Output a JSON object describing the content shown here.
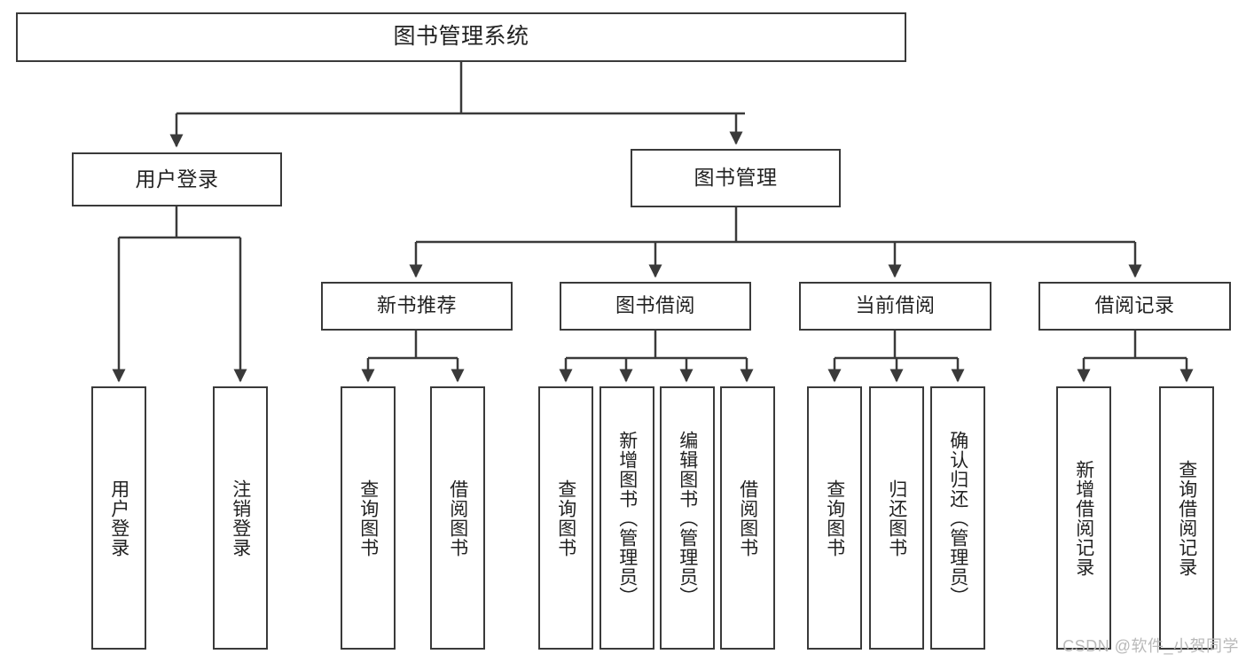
{
  "diagram": {
    "title": "图书管理系统",
    "watermark": "CSDN @软件_小贺同学",
    "stroke_color": "#3a3a3a",
    "fill_color": "#ffffff",
    "text_color": "#222222",
    "watermark_color": "#b9b9b9"
  },
  "nodes": {
    "root": {
      "label": "图书管理系统"
    },
    "level1": [
      {
        "id": "user-login",
        "label": "用户登录"
      },
      {
        "id": "book-manage",
        "label": "图书管理"
      }
    ],
    "level2": [
      {
        "id": "new-book-recommend",
        "label": "新书推荐"
      },
      {
        "id": "book-borrow",
        "label": "图书借阅"
      },
      {
        "id": "current-borrow",
        "label": "当前借阅"
      },
      {
        "id": "borrow-record",
        "label": "借阅记录"
      }
    ],
    "leaves": {
      "user_login": [
        {
          "id": "leaf-user-login",
          "label": "用户登录"
        },
        {
          "id": "leaf-logout-login",
          "label": "注销登录"
        }
      ],
      "new_book_recommend": [
        {
          "id": "leaf-query-book-1",
          "label": "查询图书"
        },
        {
          "id": "leaf-borrow-book-1",
          "label": "借阅图书"
        }
      ],
      "book_borrow": [
        {
          "id": "leaf-query-book-2",
          "label": "查询图书"
        },
        {
          "id": "leaf-add-book",
          "label": "新增图书（管理员）"
        },
        {
          "id": "leaf-edit-book",
          "label": "编辑图书（管理员）"
        },
        {
          "id": "leaf-borrow-book-2",
          "label": "借阅图书"
        }
      ],
      "current_borrow": [
        {
          "id": "leaf-query-book-3",
          "label": "查询图书"
        },
        {
          "id": "leaf-return-book",
          "label": "归还图书"
        },
        {
          "id": "leaf-confirm-return",
          "label": "确认归还（管理员）"
        }
      ],
      "borrow_record": [
        {
          "id": "leaf-add-record",
          "label": "新增借阅记录"
        },
        {
          "id": "leaf-query-record",
          "label": "查询借阅记录"
        }
      ]
    }
  },
  "chart_data": {
    "type": "diagram",
    "diagram_kind": "tree / functional-structure-chart",
    "title": "图书管理系统",
    "orientation": "top-down",
    "levels": 4,
    "edges": [
      {
        "from": "图书管理系统",
        "to": "用户登录"
      },
      {
        "from": "图书管理系统",
        "to": "图书管理"
      },
      {
        "from": "用户登录",
        "to": "用户登录"
      },
      {
        "from": "用户登录",
        "to": "注销登录"
      },
      {
        "from": "图书管理",
        "to": "新书推荐"
      },
      {
        "from": "图书管理",
        "to": "图书借阅"
      },
      {
        "from": "图书管理",
        "to": "当前借阅"
      },
      {
        "from": "图书管理",
        "to": "借阅记录"
      },
      {
        "from": "新书推荐",
        "to": "查询图书"
      },
      {
        "from": "新书推荐",
        "to": "借阅图书"
      },
      {
        "from": "图书借阅",
        "to": "查询图书"
      },
      {
        "from": "图书借阅",
        "to": "新增图书（管理员）"
      },
      {
        "from": "图书借阅",
        "to": "编辑图书（管理员）"
      },
      {
        "from": "图书借阅",
        "to": "借阅图书"
      },
      {
        "from": "当前借阅",
        "to": "查询图书"
      },
      {
        "from": "当前借阅",
        "to": "归还图书"
      },
      {
        "from": "当前借阅",
        "to": "确认归还（管理员）"
      },
      {
        "from": "借阅记录",
        "to": "新增借阅记录"
      },
      {
        "from": "借阅记录",
        "to": "查询借阅记录"
      }
    ]
  }
}
